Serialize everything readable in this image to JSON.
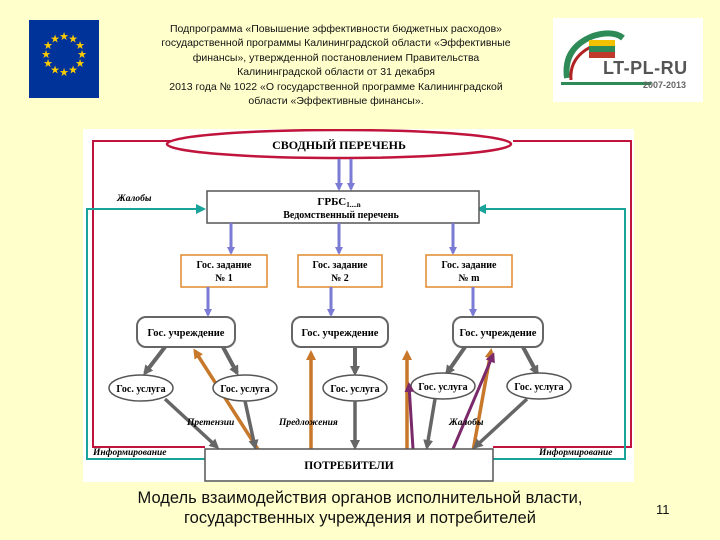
{
  "header": {
    "lines": [
      "Подпрограмма «Повышение эффективности бюджетных расходов»",
      "государственной программы Калининградской области «Эффективные",
      "финансы», утвержденной постановлением Правительства",
      "Калининградской области от 31 декабря",
      "2013 года № 1022 «О государственной программе Калининградской",
      "области «Эффективные финансы»."
    ]
  },
  "logo": {
    "name": "LT-PL-RU",
    "years": "2007-2013"
  },
  "diagram": {
    "top_ellipse": "СВОДНЫЙ ПЕРЕЧЕНЬ",
    "grbs": {
      "line1": "ГРБС",
      "sub": "1....n",
      "line2": "Ведомственный перечень"
    },
    "tasks": [
      {
        "line1": "Гос. задание",
        "line2": "№ 1"
      },
      {
        "line1": "Гос. задание",
        "line2": "№ 2"
      },
      {
        "line1": "Гос. задание",
        "line2": "№ m"
      }
    ],
    "institutions": [
      "Гос. учреждение",
      "Гос. учреждение",
      "Гос. учреждение"
    ],
    "services": [
      "Гос. услуга",
      "Гос. услуга",
      "Гос. услуга",
      "Гос. услуга",
      "Гос. услуга"
    ],
    "consumers": "ПОТРЕБИТЕЛИ",
    "labels": {
      "complaints_left": "Жалобы",
      "claims": "Претензии",
      "proposals": "Предложения",
      "complaints_bottom": "Жалобы",
      "inform_left": "Информирование",
      "inform_right": "Информирование"
    }
  },
  "caption": {
    "line1": "Модель взаимодействия органов исполнительной власти,",
    "line2": "государственных учреждения и потребителей"
  },
  "page_number": "11"
}
